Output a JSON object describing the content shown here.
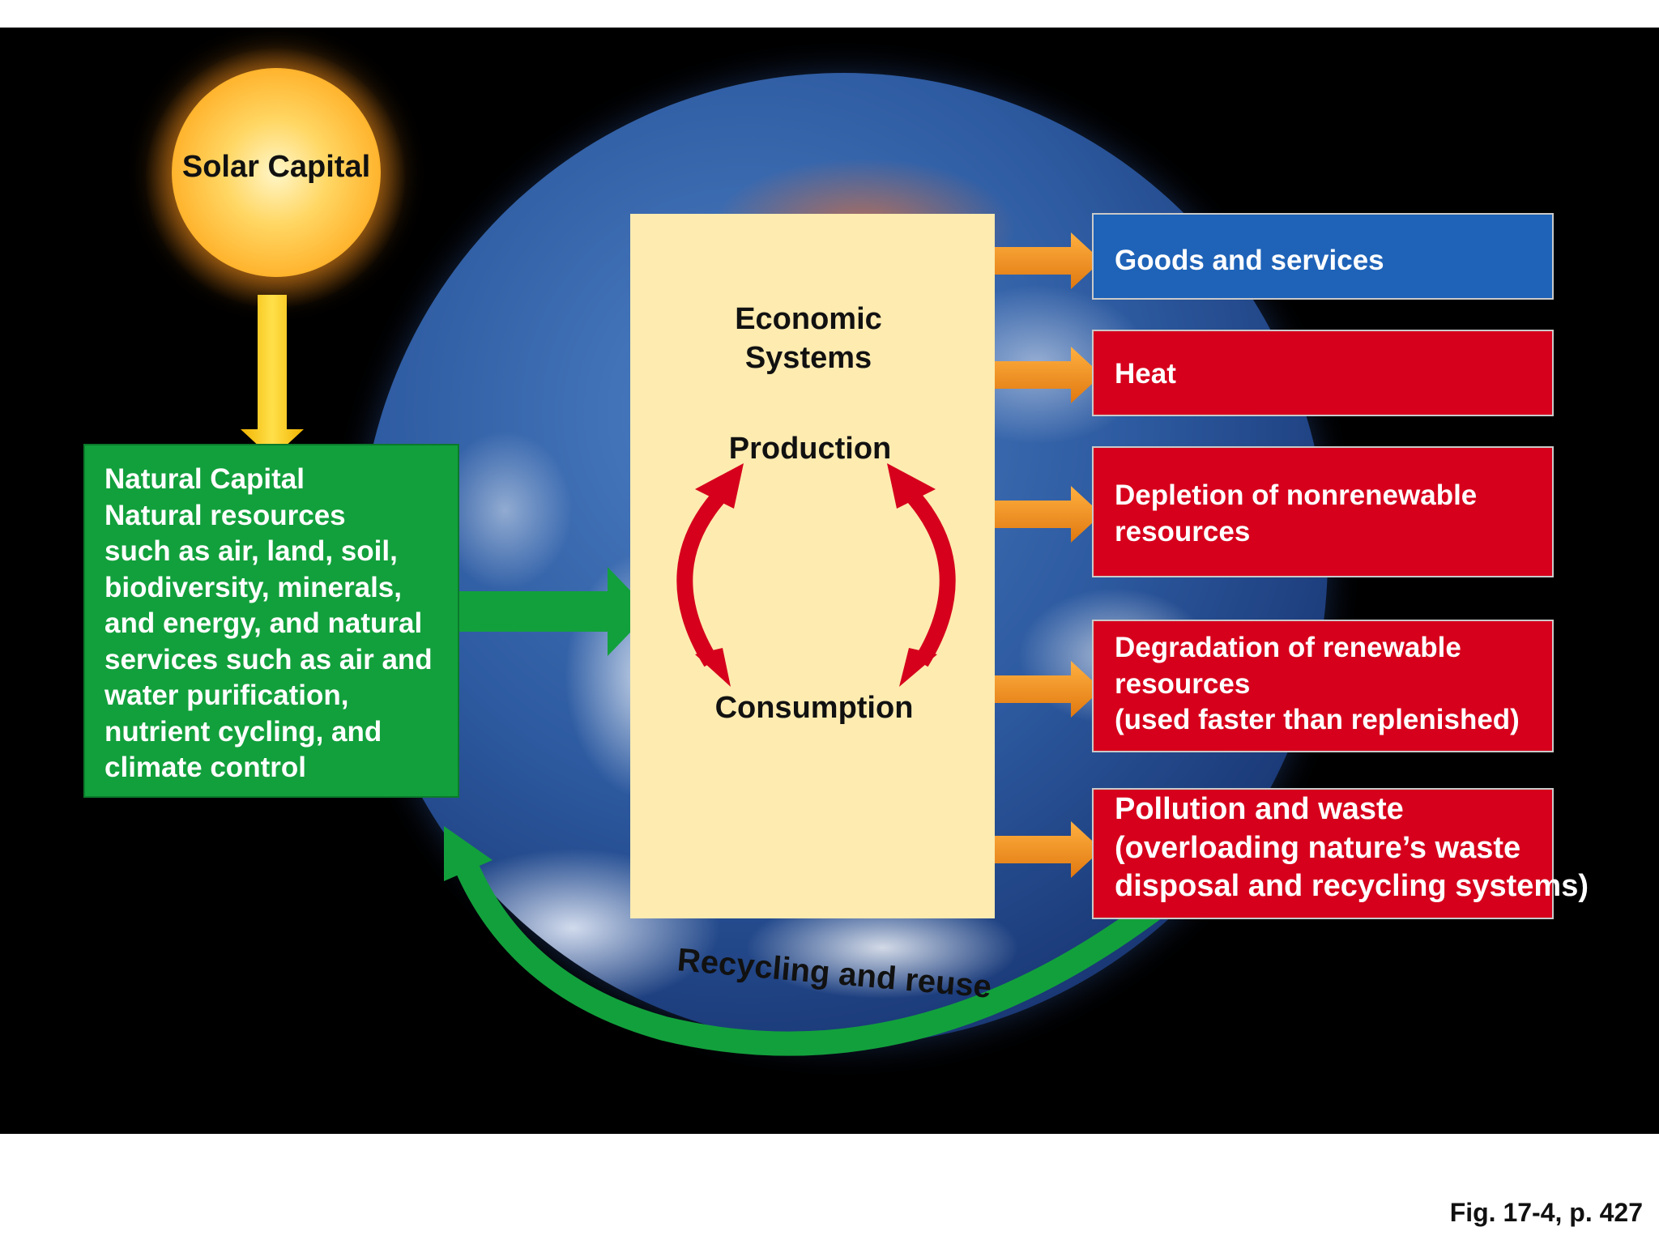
{
  "solar_capital": {
    "label": "Solar Capital"
  },
  "natural_capital": {
    "lines": [
      "Natural Capital",
      "Natural resources",
      "such as air, land, soil,",
      "biodiversity, minerals,",
      "and energy, and natural",
      "services such as air and",
      "water purification,",
      "nutrient cycling, and",
      "climate control"
    ]
  },
  "economic_systems": {
    "title_lines": [
      "Economic",
      "Systems"
    ],
    "production": "Production",
    "consumption": "Consumption"
  },
  "outputs": [
    {
      "lines": [
        "Goods and services"
      ],
      "color": "#1e63b8"
    },
    {
      "lines": [
        "Heat"
      ],
      "color": "#d6001c"
    },
    {
      "lines": [
        "Depletion of nonrenewable",
        "resources"
      ],
      "color": "#d6001c"
    },
    {
      "lines": [
        "Degradation of renewable",
        "resources",
        "(used faster than replenished)"
      ],
      "color": "#d6001c"
    },
    {
      "lines": [
        "Pollution and waste",
        "(overloading nature’s waste",
        "disposal and recycling systems)"
      ],
      "color": "#d6001c"
    }
  ],
  "recycling": {
    "label": "Recycling and reuse"
  },
  "caption": "Fig. 17-4, p. 427",
  "colors": {
    "natural_green": "#12a03c",
    "economy_beige": "#fdebb0",
    "arrow_orange": "#f08a1a",
    "cycle_red": "#d6001c",
    "solar_yellow": "#ffcc33",
    "goods_blue": "#1e63b8"
  }
}
